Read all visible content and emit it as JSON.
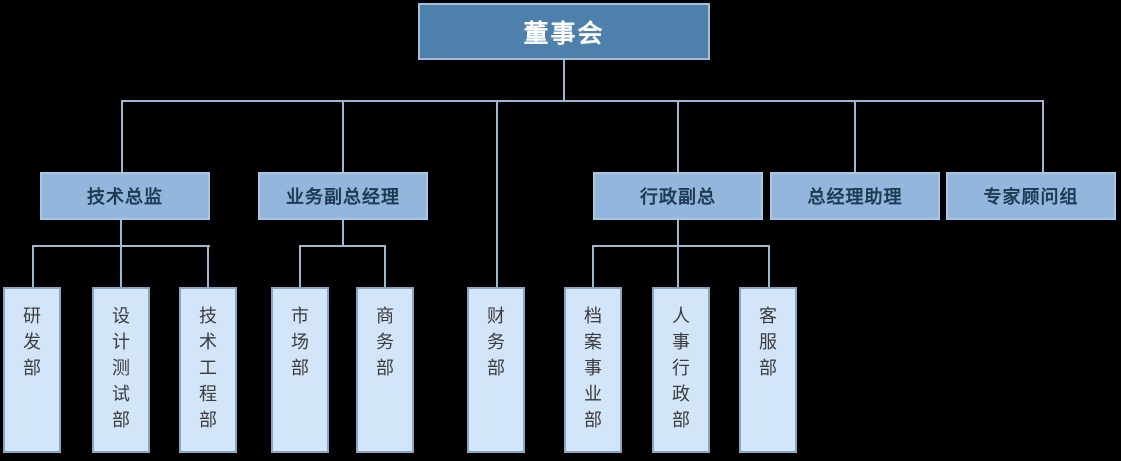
{
  "org": {
    "root": {
      "id": "board",
      "label": "董事会"
    },
    "managers": [
      {
        "id": "tech-director",
        "label": "技术总监",
        "parent": "board"
      },
      {
        "id": "business-deputy-gm",
        "label": "业务副总经理",
        "parent": "board"
      },
      {
        "id": "admin-deputy",
        "label": "行政副总",
        "parent": "board"
      },
      {
        "id": "gm-assistant",
        "label": "总经理助理",
        "parent": "board"
      },
      {
        "id": "expert-advisory-group",
        "label": "专家顾问组",
        "parent": "board"
      }
    ],
    "departments": [
      {
        "id": "rd-dept",
        "label": "研发部",
        "parent": "tech-director"
      },
      {
        "id": "design-test-dept",
        "label": "设计测试部",
        "parent": "tech-director"
      },
      {
        "id": "tech-engineering-dept",
        "label": "技术工程部",
        "parent": "tech-director"
      },
      {
        "id": "marketing-dept",
        "label": "市场部",
        "parent": "business-deputy-gm"
      },
      {
        "id": "commerce-dept",
        "label": "商务部",
        "parent": "business-deputy-gm"
      },
      {
        "id": "finance-dept",
        "label": "财务部",
        "parent": "board"
      },
      {
        "id": "archives-dept",
        "label": "档案事业部",
        "parent": "admin-deputy"
      },
      {
        "id": "hr-admin-dept",
        "label": "人事行政部",
        "parent": "admin-deputy"
      },
      {
        "id": "customer-service-dept",
        "label": "客服部",
        "parent": "admin-deputy"
      }
    ],
    "colors": {
      "background": "#000000",
      "root_fill": "#4d80ab",
      "root_border": "#a3bed8",
      "root_text": "#ffffff",
      "manager_fill": "#92b6dc",
      "manager_border": "#a9c7e2",
      "manager_text": "#1f3a54",
      "department_fill": "#d3e5f8",
      "department_border": "#8aa5c0",
      "department_text": "#3c3c3c",
      "connector": "#9db8d2"
    }
  }
}
